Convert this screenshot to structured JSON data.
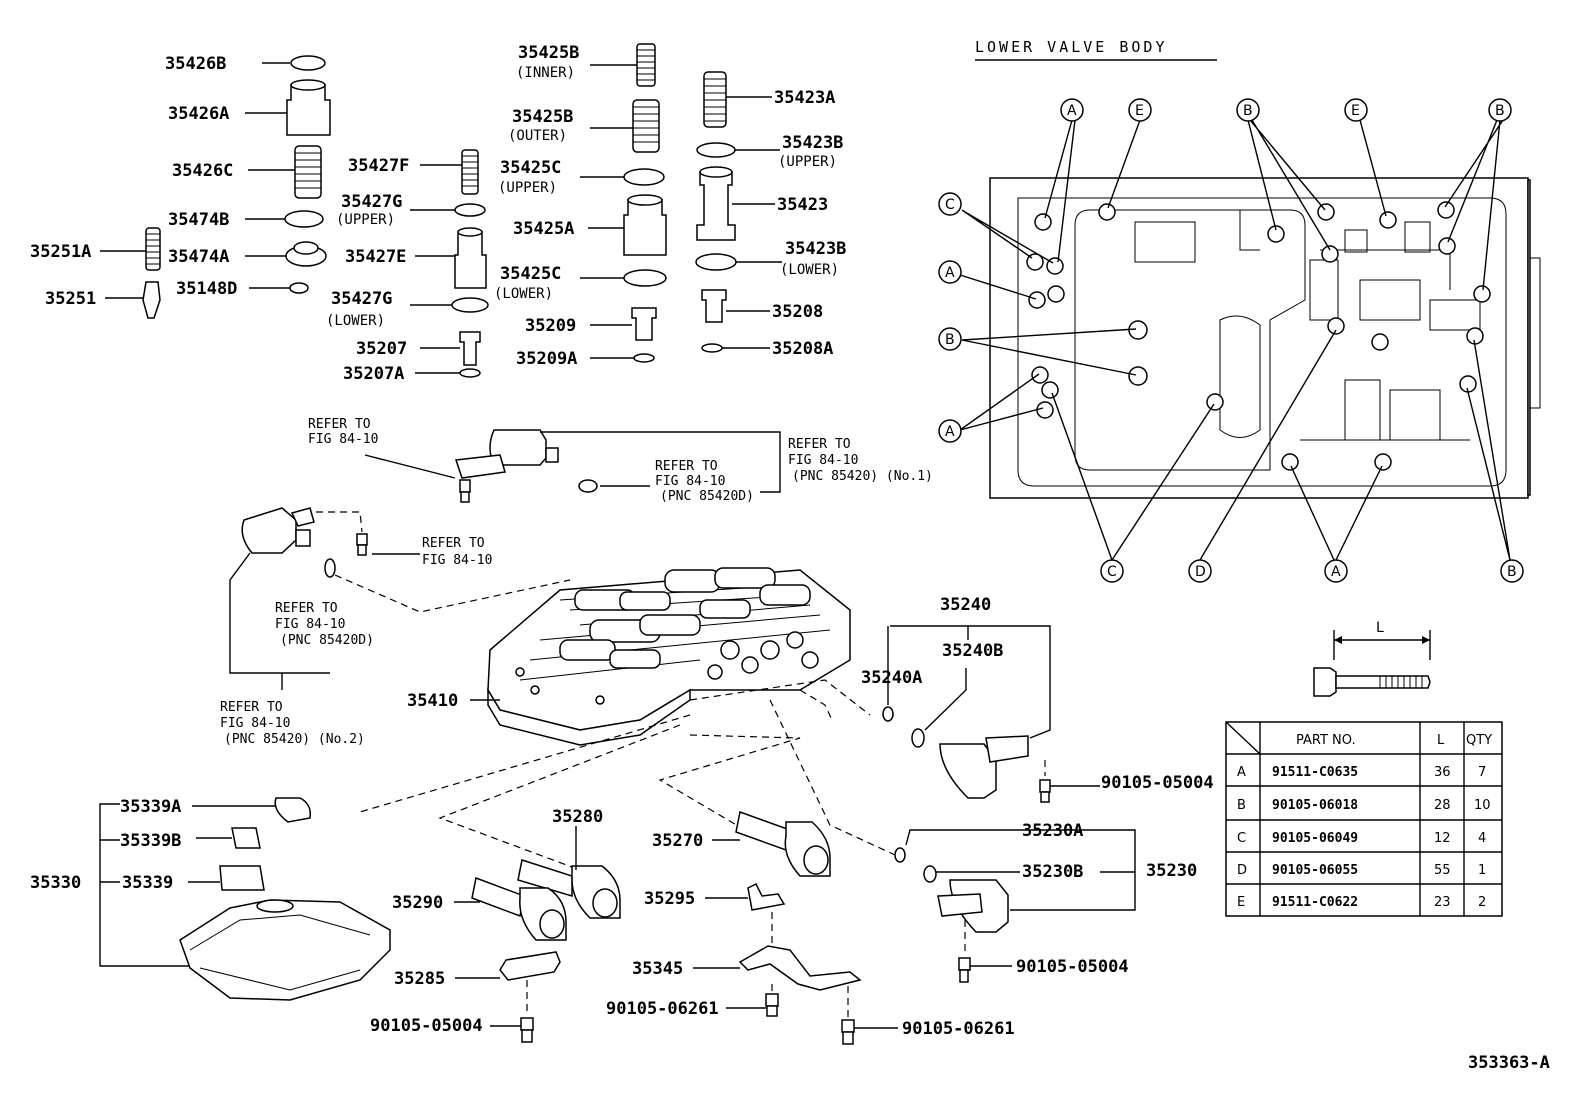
{
  "title": "LOWER VALVE BODY",
  "figure_code": "353363-A",
  "labels": {
    "p35426B": "35426B",
    "p35426A": "35426A",
    "p35426C": "35426C",
    "p35474B": "35474B",
    "p35251A": "35251A",
    "p35474A": "35474A",
    "p35251": "35251",
    "p35148D": "35148D",
    "p35427F": "35427F",
    "p35427G_u": "35427G",
    "p35427E": "35427E",
    "p35427G_l": "35427G",
    "p35207": "35207",
    "p35207A": "35207A",
    "p35425B_i": "35425B",
    "p35425B_o": "35425B",
    "p35425C_u": "35425C",
    "p35425A": "35425A",
    "p35425C_l": "35425C",
    "p35209": "35209",
    "p35209A": "35209A",
    "p35423A": "35423A",
    "p35423B_u": "35423B",
    "p35423": "35423",
    "p35423B_l": "35423B",
    "p35208": "35208",
    "p35208A": "35208A",
    "p35410": "35410",
    "p35240": "35240",
    "p35240B": "35240B",
    "p35240A": "35240A",
    "p35339A": "35339A",
    "p35339B": "35339B",
    "p35339": "35339",
    "p35330": "35330",
    "p35280": "35280",
    "p35290": "35290",
    "p35285": "35285",
    "p35270": "35270",
    "p35295": "35295",
    "p35345": "35345",
    "p35230A": "35230A",
    "p35230B": "35230B",
    "p35230": "35230",
    "b90105_05004_a": "90105-05004",
    "b90105_05004_b": "90105-05004",
    "b90105_05004_c": "90105-05004",
    "b90105_06261_a": "90105-06261",
    "b90105_06261_b": "90105-06261"
  },
  "sublabels": {
    "inner": "(INNER)",
    "outer": "(OUTER)",
    "upper1": "(UPPER)",
    "upper2": "(UPPER)",
    "upper3": "(UPPER)",
    "lower1": "(LOWER)",
    "lower2": "(LOWER)",
    "lower3": "(LOWER)"
  },
  "refs": {
    "r1a": "REFER TO",
    "r1b": "FIG 84-10",
    "r2a": "REFER TO",
    "r2b": "FIG 84-10",
    "r2c": "(PNC 85420) (No.1)",
    "r3a": "REFER TO",
    "r3b": "FIG 84-10",
    "r3c": "(PNC 85420D)",
    "r4a": "REFER TO",
    "r4b": "FIG 84-10",
    "r5a": "REFER TO",
    "r5b": "FIG 84-10",
    "r5c": "(PNC 85420D)",
    "r6a": "REFER TO",
    "r6b": "FIG 84-10",
    "r6c": "(PNC 85420) (No.2)"
  },
  "callouts": {
    "c1": "A",
    "c2": "E",
    "c3": "B",
    "c4": "E",
    "c5": "B",
    "c6": "C",
    "c7": "A",
    "c8": "B",
    "c9": "A",
    "c10": "C",
    "c11": "D",
    "c12": "A",
    "c13": "B"
  },
  "bolt_dimension_label": "L",
  "table": {
    "headers": [
      "",
      "PART NO.",
      "L",
      "QTY"
    ],
    "rows": [
      {
        "code": "A",
        "part_no": "91511-C0635",
        "L": "36",
        "qty": "7"
      },
      {
        "code": "B",
        "part_no": "90105-06018",
        "L": "28",
        "qty": "10"
      },
      {
        "code": "C",
        "part_no": "90105-06049",
        "L": "12",
        "qty": "4"
      },
      {
        "code": "D",
        "part_no": "90105-06055",
        "L": "55",
        "qty": "1"
      },
      {
        "code": "E",
        "part_no": "91511-C0622",
        "L": "23",
        "qty": "2"
      }
    ]
  }
}
